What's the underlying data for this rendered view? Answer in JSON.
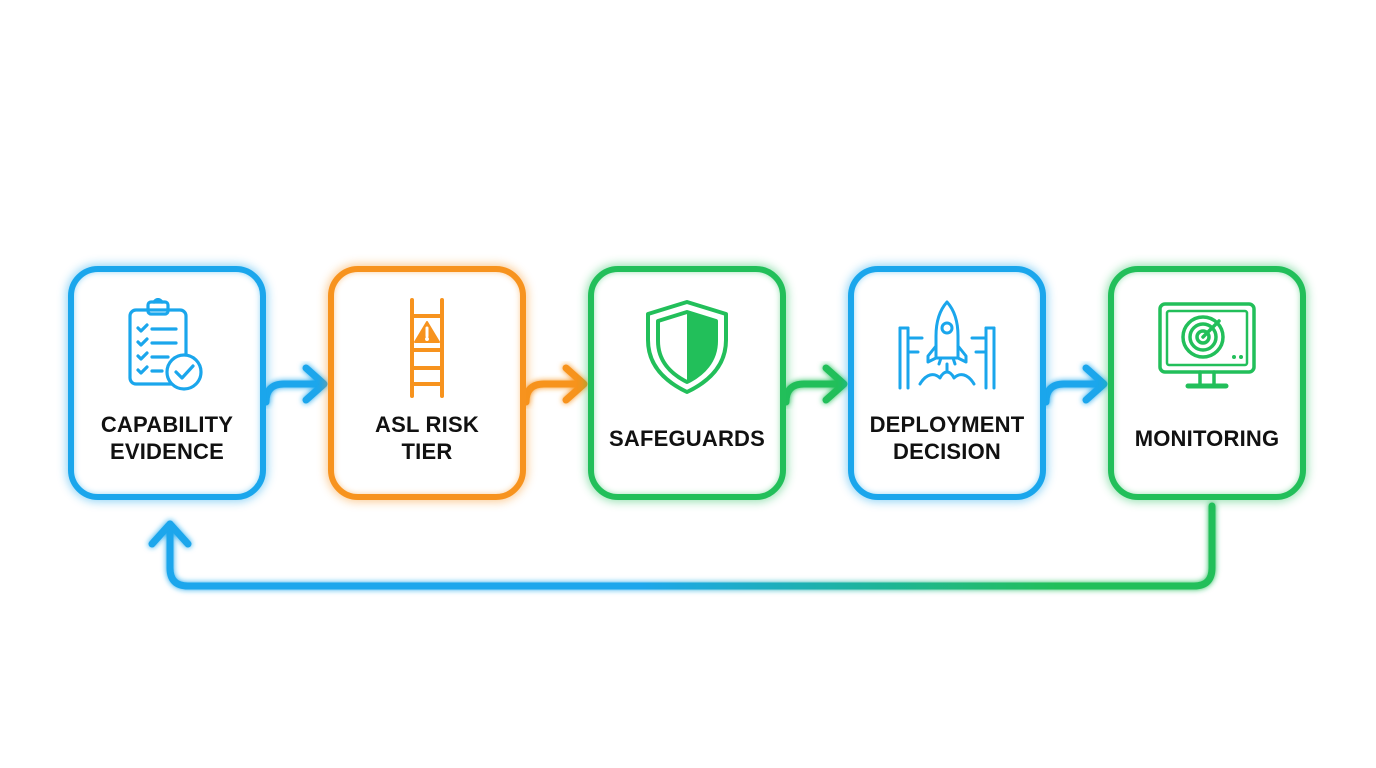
{
  "colors": {
    "blue": "#1aa6ec",
    "orange": "#f7931e",
    "green": "#22bf5a",
    "ink": "#111111"
  },
  "steps": [
    {
      "label": "CAPABILITY\nEVIDENCE",
      "color": "blue",
      "icon": "clipboard-checklist-icon"
    },
    {
      "label": "ASL RISK\nTIER",
      "color": "orange",
      "icon": "ladder-warning-icon"
    },
    {
      "label": "SAFEGUARDS",
      "color": "green",
      "icon": "shield-icon"
    },
    {
      "label": "DEPLOYMENT\nDECISION",
      "color": "blue",
      "icon": "rocket-launch-icon"
    },
    {
      "label": "MONITORING",
      "color": "green",
      "icon": "radar-monitor-icon"
    }
  ],
  "connectors": [
    {
      "from": 0,
      "to": 1,
      "color": "blue"
    },
    {
      "from": 1,
      "to": 2,
      "color": "orange"
    },
    {
      "from": 2,
      "to": 3,
      "color": "green"
    },
    {
      "from": 3,
      "to": 4,
      "color": "blue"
    }
  ],
  "feedback_loop": {
    "from": 4,
    "to": 0,
    "gradient": [
      "blue",
      "green"
    ]
  }
}
